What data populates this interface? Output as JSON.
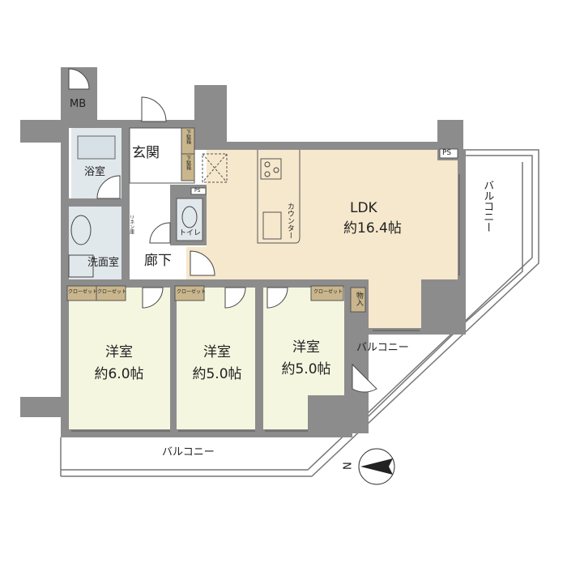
{
  "colors": {
    "wall": "#8c8c8c",
    "ldk": "#f6e8cd",
    "wet": "#e1e8ec",
    "bedroom": "#f5f6e0",
    "storage": "#c9b68d"
  },
  "labels": {
    "mb": "MB",
    "bath": "浴室",
    "entrance": "玄関",
    "shoe_box_1": "下駄箱",
    "shoe_box_2": "下駄箱",
    "ps_small": "PS",
    "ps_ldk": "PS",
    "toilet": "トイレ",
    "washroom": "洗面室",
    "linen": "リネン庫",
    "hallway": "廊下",
    "counter": "カウンター",
    "ldk_name": "LDK",
    "ldk_size": "約16.4帖",
    "closet_1": "クローゼット",
    "closet_2": "クローゼット",
    "closet_3": "クローゼット",
    "closet_4": "クローゼット",
    "storage": "物入",
    "room1_name": "洋室",
    "room1_size": "約6.0帖",
    "room2_name": "洋室",
    "room2_size": "約5.0帖",
    "room3_name": "洋室",
    "room3_size": "約5.0帖",
    "balcony_right": "バルコニー",
    "balcony_middle": "バルコニー",
    "balcony_bottom": "バルコニー",
    "north": "N"
  }
}
